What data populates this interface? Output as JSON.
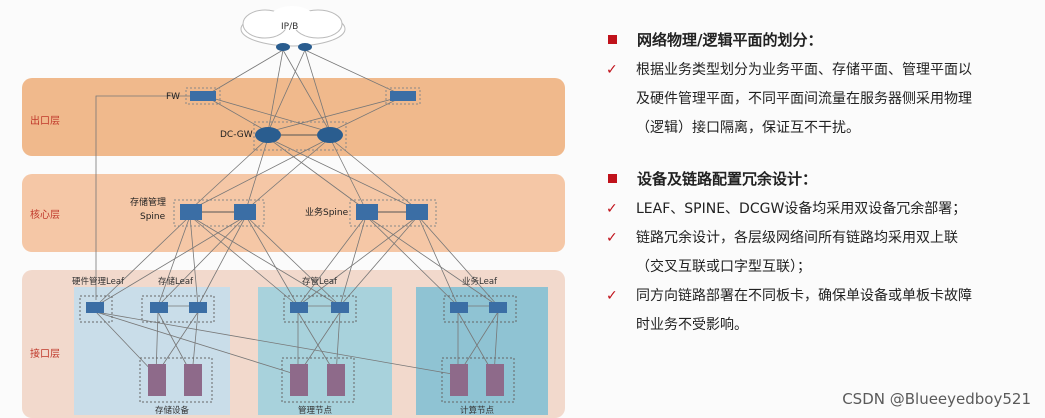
{
  "diagram": {
    "cloud_label": "IP/B",
    "layers": {
      "egress": "出口层",
      "core": "核心层",
      "access": "接口层"
    },
    "nodes": {
      "fw": "FW",
      "dcgw": "DC-GW",
      "storage_spine": "存储管理\nSpine",
      "storage_spine_line1": "存储管理",
      "storage_spine_line2": "Spine",
      "biz_spine": "业务Spine",
      "hw_leaf": "硬件管理Leaf",
      "storage_leaf": "存储Leaf",
      "mgmt_leaf": "存管Leaf",
      "biz_leaf": "业务Leaf"
    },
    "zones": {
      "storage": "存储设备",
      "mgmt": "管理节点",
      "compute": "计算节点"
    }
  },
  "panel": {
    "section1": {
      "heading": "网络物理/逻辑平面的划分：",
      "lines": [
        "根据业务类型划分为业务平面、存储平面、管理平面以",
        "及硬件管理平面，不同平面间流量在服务器侧采用物理",
        "（逻辑）接口隔离，保证互不干扰。"
      ]
    },
    "section2": {
      "heading": "设备及链路配置冗余设计：",
      "bullets": [
        [
          "LEAF、SPINE、DCGW设备均采用双设备冗余部署；"
        ],
        [
          "链路冗余设计，各层级网络间所有链路均采用双上联",
          "（交叉互联或口字型互联）；"
        ],
        [
          "同方向链路部署在不同板卡，确保单设备或单板卡故障",
          "时业务不受影响。"
        ]
      ]
    },
    "check_mark": "✓"
  },
  "watermark": "CSDN @Blueeyedboy521",
  "colors": {
    "layer_fill": "#f0b98c",
    "layer_access_fill": "#f2d9cc",
    "zone_storage": "#c9dde9",
    "zone_mgmt": "#a8d2dc",
    "zone_compute": "#8fc3d3",
    "accent_red": "#c0121b"
  }
}
